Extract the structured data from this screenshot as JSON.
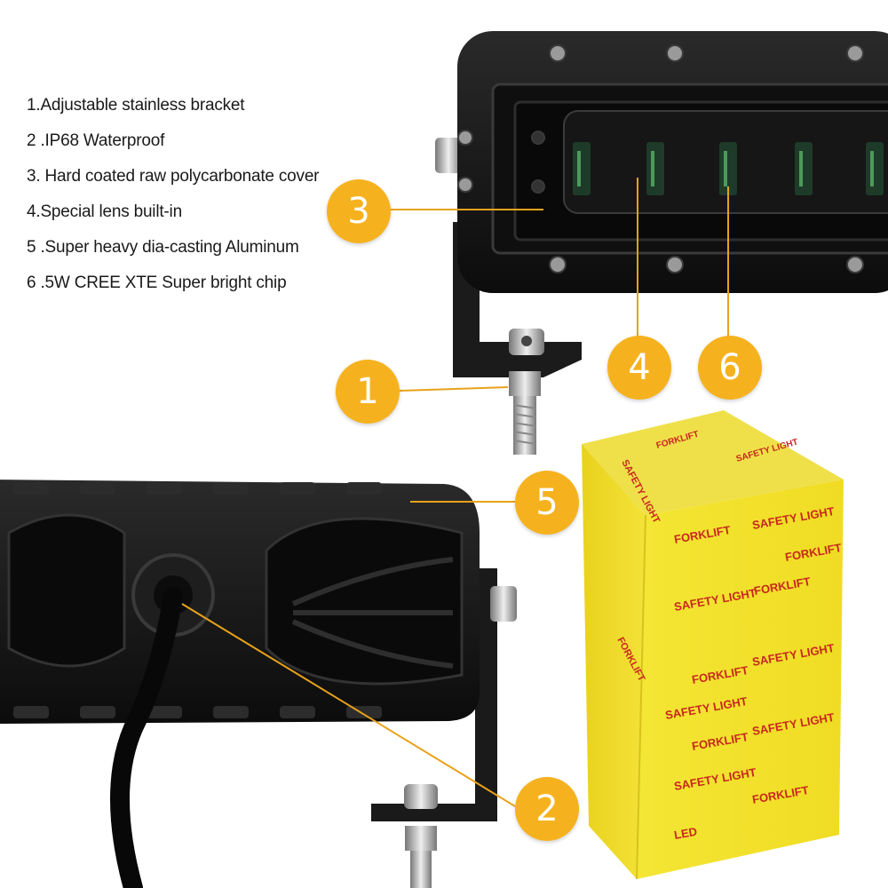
{
  "features": [
    "1.Adjustable stainless bracket",
    "2 .IP68 Waterproof",
    "3. Hard coated raw polycarbonate cover",
    "4.Special lens built-in",
    "5 .Super heavy dia-casting Aluminum",
    "6 .5W CREE XTE Super bright chip"
  ],
  "callouts": [
    "1",
    "2",
    "3",
    "4",
    "5",
    "6"
  ],
  "box": {
    "label_forklift": "FORKLIFT",
    "label_safety": "SAFETY LIGHT",
    "label_led": "LED"
  },
  "colors": {
    "badge": "#f6b21e",
    "leader_line": "#e8a21a",
    "box_yellow": "#f2e22a",
    "box_text": "#c8281e",
    "light_body": "#141414"
  }
}
